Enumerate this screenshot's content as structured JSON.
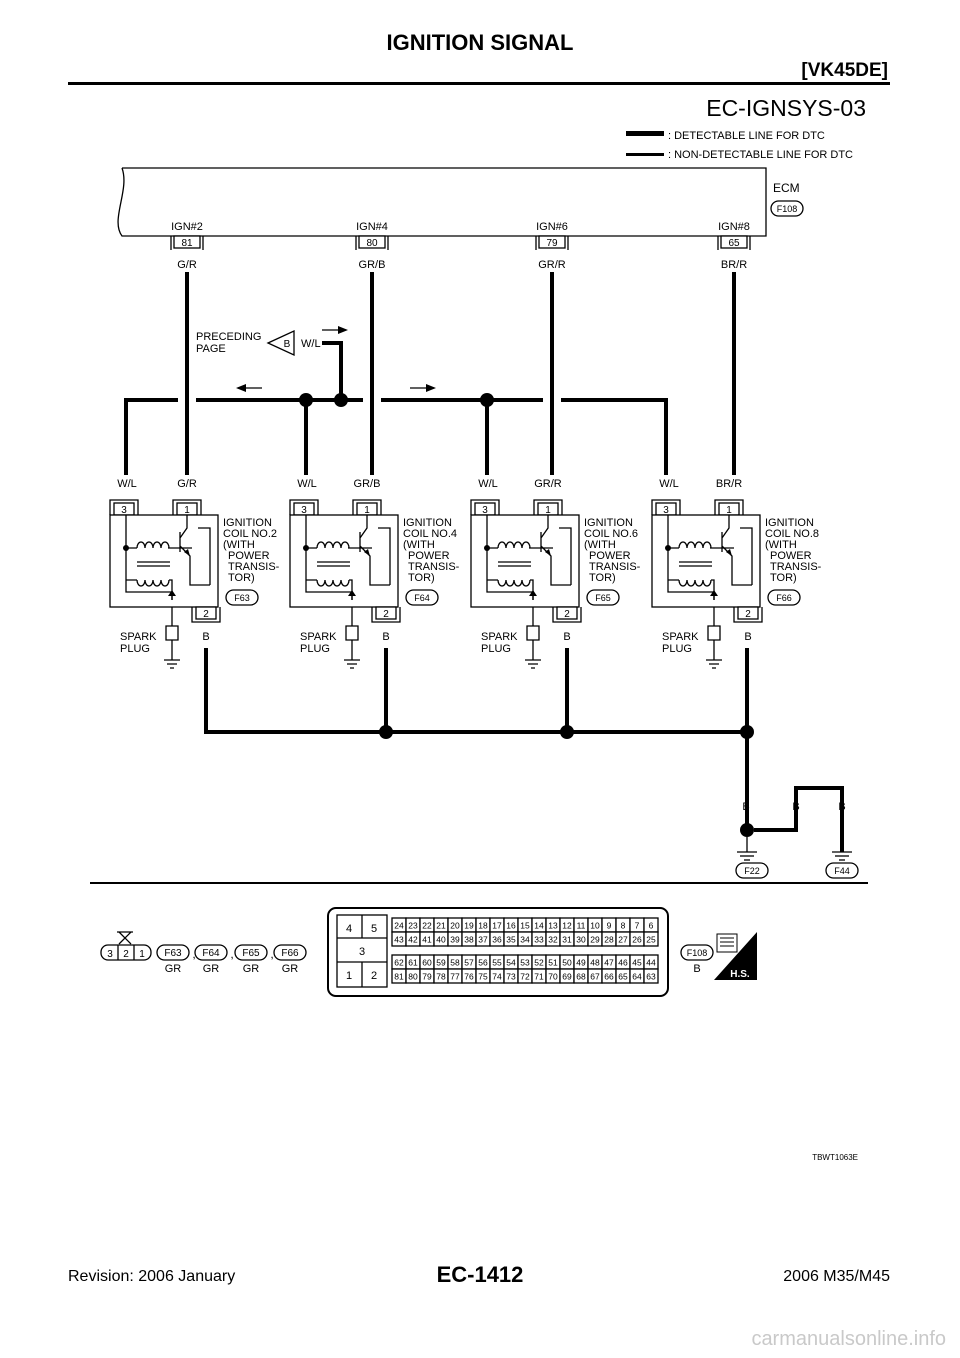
{
  "header": {
    "title": "IGNITION SIGNAL",
    "model": "[VK45DE]"
  },
  "diagram_id": "EC-IGNSYS-03",
  "legend": {
    "detectable": ": DETECTABLE LINE FOR DTC",
    "non_detectable": ": NON-DETECTABLE LINE FOR DTC"
  },
  "ecm": {
    "label": "ECM",
    "connector": "F108"
  },
  "ecm_pins": [
    {
      "name": "IGN#2",
      "pin": "81",
      "color": "G/R"
    },
    {
      "name": "IGN#4",
      "pin": "80",
      "color": "GR/B"
    },
    {
      "name": "IGN#6",
      "pin": "79",
      "color": "GR/R"
    },
    {
      "name": "IGN#8",
      "pin": "65",
      "color": "BR/R"
    }
  ],
  "preceding": {
    "line1": "PRECEDING",
    "line2": "PAGE",
    "ref": "B",
    "color": "W/L"
  },
  "coils": [
    {
      "pin3": "3",
      "pin1": "1",
      "pin2": "2",
      "wl": "W/L",
      "sig_color": "G/R",
      "line1": "IGNITION",
      "line2": "COIL NO.2",
      "line3": "(WITH",
      "line4": "POWER",
      "line5": "TRANSIS-",
      "line6": "TOR)",
      "connector": "F63",
      "spark1": "SPARK",
      "spark2": "PLUG",
      "ground_color": "B"
    },
    {
      "pin3": "3",
      "pin1": "1",
      "pin2": "2",
      "wl": "W/L",
      "sig_color": "GR/B",
      "line1": "IGNITION",
      "line2": "COIL NO.4",
      "line3": "(WITH",
      "line4": "POWER",
      "line5": "TRANSIS-",
      "line6": "TOR)",
      "connector": "F64",
      "spark1": "SPARK",
      "spark2": "PLUG",
      "ground_color": "B"
    },
    {
      "pin3": "3",
      "pin1": "1",
      "pin2": "2",
      "wl": "W/L",
      "sig_color": "GR/R",
      "line1": "IGNITION",
      "line2": "COIL NO.6",
      "line3": "(WITH",
      "line4": "POWER",
      "line5": "TRANSIS-",
      "line6": "TOR)",
      "connector": "F65",
      "spark1": "SPARK",
      "spark2": "PLUG",
      "ground_color": "B"
    },
    {
      "pin3": "3",
      "pin1": "1",
      "pin2": "2",
      "wl": "W/L",
      "sig_color": "BR/R",
      "line1": "IGNITION",
      "line2": "COIL NO.8",
      "line3": "(WITH",
      "line4": "POWER",
      "line5": "TRANSIS-",
      "line6": "TOR)",
      "connector": "F66",
      "spark1": "SPARK",
      "spark2": "PLUG",
      "ground_color": "B"
    }
  ],
  "ground": {
    "b1": "B",
    "b2": "B",
    "b3": "B",
    "f22": "F22",
    "f44": "F44"
  },
  "connector_views": {
    "coil_pins": [
      "3",
      "2",
      "1"
    ],
    "coil_connectors": [
      {
        "id": "F63",
        "color": "GR"
      },
      {
        "id": "F64",
        "color": "GR"
      },
      {
        "id": "F65",
        "color": "GR"
      },
      {
        "id": "F66",
        "color": "GR"
      }
    ],
    "sep": ",",
    "ecm_left": {
      "p4": "4",
      "p5": "5",
      "p3": "3",
      "p1": "1",
      "p2": "2"
    },
    "ecm_row1": [
      "24",
      "23",
      "22",
      "21",
      "20",
      "19",
      "18",
      "17",
      "16",
      "15",
      "14",
      "13",
      "12",
      "11",
      "10",
      "9",
      "8",
      "7",
      "6"
    ],
    "ecm_row2": [
      "43",
      "42",
      "41",
      "40",
      "39",
      "38",
      "37",
      "36",
      "35",
      "34",
      "33",
      "32",
      "31",
      "30",
      "29",
      "28",
      "27",
      "26",
      "25"
    ],
    "ecm_row3": [
      "62",
      "61",
      "60",
      "59",
      "58",
      "57",
      "56",
      "55",
      "54",
      "53",
      "52",
      "51",
      "50",
      "49",
      "48",
      "47",
      "46",
      "45",
      "44"
    ],
    "ecm_row4": [
      "81",
      "80",
      "79",
      "78",
      "77",
      "76",
      "75",
      "74",
      "73",
      "72",
      "71",
      "70",
      "69",
      "68",
      "67",
      "66",
      "65",
      "64",
      "63"
    ],
    "ecm_conn": "F108",
    "ecm_conn_color": "B",
    "hs": "H.S."
  },
  "figure_code": "TBWT1063E",
  "footer": {
    "revision": "Revision: 2006 January",
    "page": "EC-1412",
    "model": "2006 M35/M45"
  },
  "watermark": "carmanualsonline.info"
}
